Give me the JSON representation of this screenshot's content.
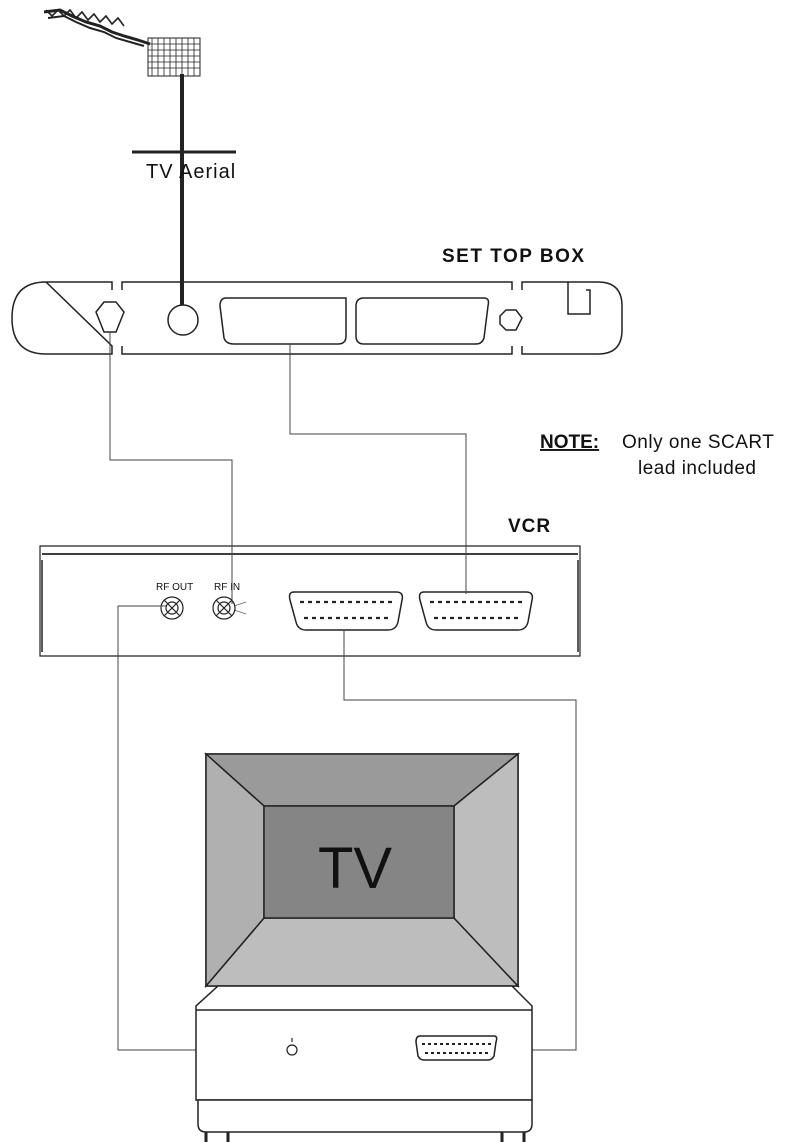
{
  "labels": {
    "aerial": "TV Aerial",
    "set_top_box": "SET TOP BOX",
    "note_prefix": "NOTE:",
    "note_line1": "Only one SCART",
    "note_line2": "lead included",
    "vcr": "VCR",
    "rf_out": "RF OUT",
    "rf_in": "RF IN",
    "tv": "TV"
  },
  "colors": {
    "line": "#222222",
    "tv_outer": "#a6a6a6",
    "tv_bezel": "#bdbdbd",
    "tv_screen": "#858585"
  }
}
